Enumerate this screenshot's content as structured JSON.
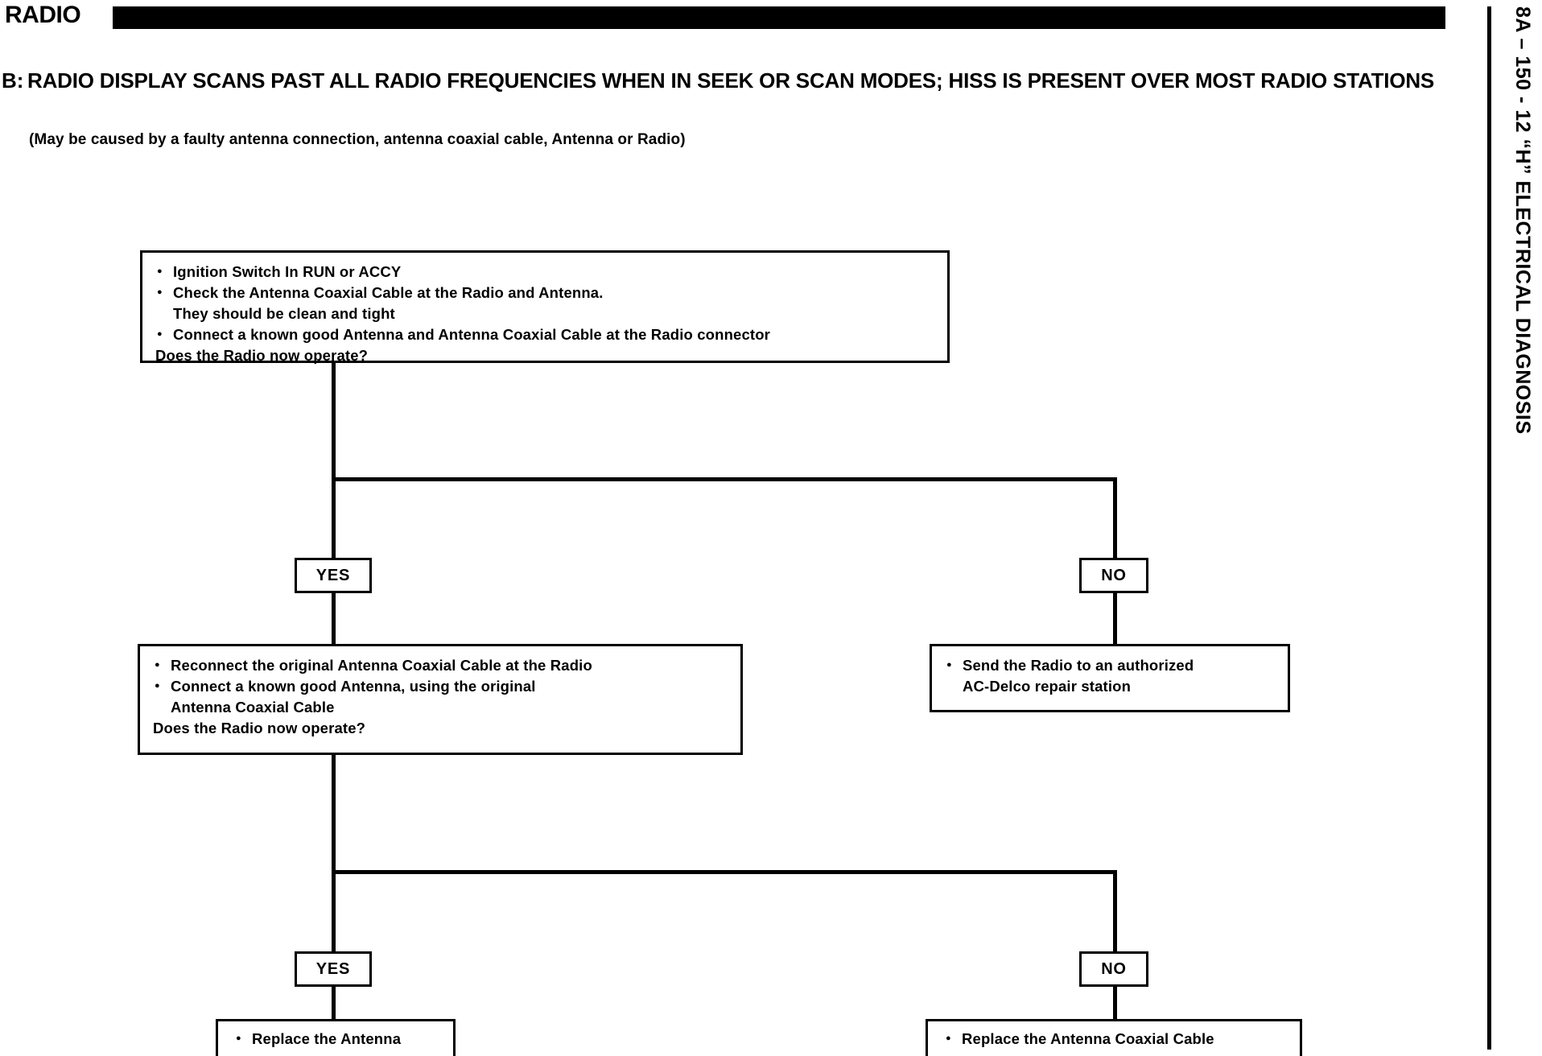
{
  "header": {
    "title": "RADIO",
    "bar_color": "#000000"
  },
  "side_tab": {
    "label": "8A – 150 - 12  “H” ELECTRICAL DIAGNOSIS"
  },
  "problem": {
    "letter": "B:",
    "statement": "RADIO DISPLAY SCANS PAST ALL RADIO FREQUENCIES WHEN IN SEEK OR SCAN MODES; HISS IS PRESENT OVER MOST RADIO STATIONS",
    "cause": "(May be caused by a faulty antenna connection, antenna coaxial cable, Antenna or Radio)"
  },
  "flow": {
    "step1": {
      "lines": [
        "Ignition Switch In RUN or ACCY",
        "Check the Antenna Coaxial Cable at the Radio and Antenna.",
        "They should be clean and tight",
        "Connect a known good Antenna and Antenna Coaxial Cable at the Radio connector",
        "Does the Radio now operate?"
      ]
    },
    "branch1": {
      "yes": "YES",
      "no": "NO"
    },
    "step2": {
      "lines": [
        "Reconnect the original Antenna Coaxial Cable at the Radio",
        "Connect a known good Antenna, using the original",
        "Antenna Coaxial  Cable",
        "Does the Radio now operate?"
      ]
    },
    "send_radio": {
      "lines": [
        "Send the Radio to  an authorized",
        "AC-Delco repair station"
      ]
    },
    "branch2": {
      "yes": "YES",
      "no": "NO"
    },
    "replace_antenna": {
      "line": "Replace the Antenna"
    },
    "replace_cable": {
      "line": "Replace the Antenna Coaxial Cable"
    }
  },
  "colors": {
    "ink": "#000000",
    "paper": "#ffffff"
  }
}
